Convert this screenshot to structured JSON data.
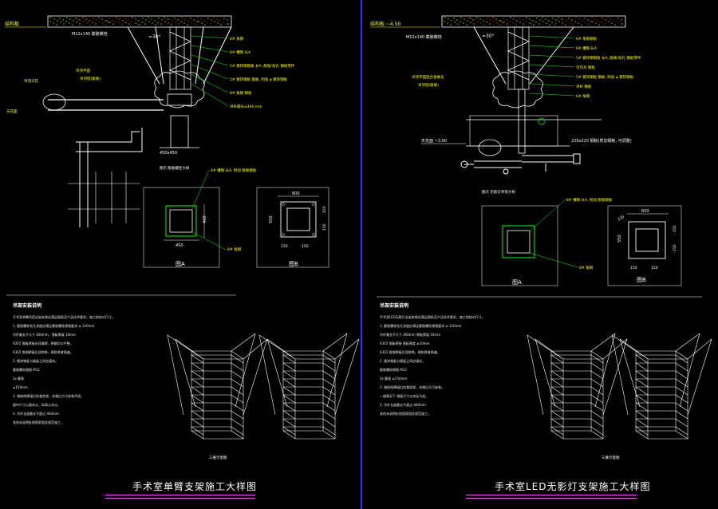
{
  "colors": {
    "background": "#000000",
    "line": "#ffffff",
    "label": "#ffff00",
    "leader": "#00ff00",
    "divider": "#1a3dff",
    "underline": "#ff4cff",
    "slab_red": "#ff3030"
  },
  "left": {
    "title": "手术室单臂支架施工大样图",
    "slab_label": "结构板",
    "rod_label": "M12x140 膨胀螺栓",
    "angle_label": "≈30°",
    "callouts": [
      "8# 角钢",
      "8# 槽钢 长A",
      "5# 镀锌钢钢板 长A, 膨胀/穿孔 钢板零件",
      "5# 镀锌钢板 钢板, 附加 φ 镀锌钢板",
      "8# 角钢 钢板",
      "吊杆最长≤400 mm"
    ],
    "side_labels": [
      "吊顶平面",
      "吊顶铝(膨胀)"
    ],
    "left_labels": [
      "吊顶天花",
      "天花面"
    ],
    "plate_dims": "450x450",
    "detail_caption": "图示 膨胀螺栓大样",
    "section_a": {
      "callout_top": "8# 槽钢 长A, 附加 膨胀钢板",
      "dim_w": "450",
      "dim_h": "400",
      "callout_bottom": "8# 角钢",
      "label": "图A"
    },
    "section_b": {
      "dim_w": "600",
      "dim_h": "550",
      "dims_side": [
        "150",
        "150"
      ],
      "dims_bottom": [
        "150",
        "150"
      ],
      "label": "图B"
    },
    "notes_head": "吊架安装说明",
    "notes": [
      "手术室单臂吊塔支架安装应满足图纸及产品技术要求，施工前核对尺寸。",
      "1. 膨胀螺栓钻孔深度应满足膨胀螺栓规格要求 ≥ 120mm",
      "   吊杆最长不大于 400mm，钢板厚度 10mm",
      "   A3S5 钢板焊接必须满焊，焊缝均匀平整。",
      "   A3S5 角钢焊接后须除锈，刷防锈漆两遍。",
      "2. 镀锌钢板与楼板之间应填实。",
      "   膨胀螺栓规格 M12",
      "   2x 膨胀",
      "   ≥150mm",
      "3. 钢结构焊接后检查验收，合格后方可安装吊塔。",
      "   图中尺寸以毫米计，标高以米计。",
      "4. 吊杆长度最长不超过 400mm",
      "   其他未说明处按国家相关规范施工。"
    ],
    "iso_caption": "三维示意图"
  },
  "right": {
    "title": "手术室LED无影灯支架施工大样图",
    "slab_label": "结构板 ~4.50",
    "rod_label": "M12x140 膨胀螺栓",
    "angle_label": "≈30°",
    "callouts": [
      "8# 角钢钢板",
      "8# 槽钢 长A",
      "5# 镀锌钢钢板 长A, 膨胀/穿孔 钢板零件",
      "可作为 钢板",
      "5# 镀锌钢板 钢板, 附加 φ 镀锌钢板",
      "吊杆 钢板",
      "8# 角钢"
    ],
    "side_labels": [
      "吊顶平面铝合金做法",
      "吊顶铝(膨胀)"
    ],
    "ceiling_label": "天花面 ~3.00",
    "plate_label": "220x220 钢板(附加钢板, 可调整)",
    "detail_caption": "图示 无影灯吊架大样",
    "section_a": {
      "callout_top": "8# 槽钢 长A, 附加 膨胀钢板",
      "callout_bottom": "8# 角钢",
      "label": "图A"
    },
    "section_b": {
      "dim_w": "600",
      "dim_h": "550",
      "dims_side": [
        "150",
        "150"
      ],
      "dims_bottom": [
        "150",
        "150"
      ],
      "dim_diag": "120",
      "label": "图B"
    },
    "notes_head": "吊架安装说明",
    "notes": [
      "手术室LED无影灯支架安装应满足图纸及产品技术要求，施工前核对尺寸。",
      "1. 膨胀螺栓钻孔深度应满足膨胀螺栓规格要求 ≥ 120mm",
      "   吊杆最长不大于 400mm    钢板厚度 10mm",
      "   A3S5 钢板焊接 钢板厚度         ≥10mm",
      "   A3S5 角钢焊接后须除锈，刷防锈漆两遍。",
      "2. 镀锌钢板与楼板之间应填实。",
      "   膨胀螺栓规格 M12",
      "   2x 膨胀      ≥150mm",
      "3. 钢结构焊接后检查验收，合格后方可安装。",
      "   一般情况下 钢板尺寸以实际为准。",
      "4. 吊杆长度最长不超过 400mm",
      "   其他未说明处按国家相关规范施工。"
    ],
    "iso_caption": "三维示意图"
  }
}
